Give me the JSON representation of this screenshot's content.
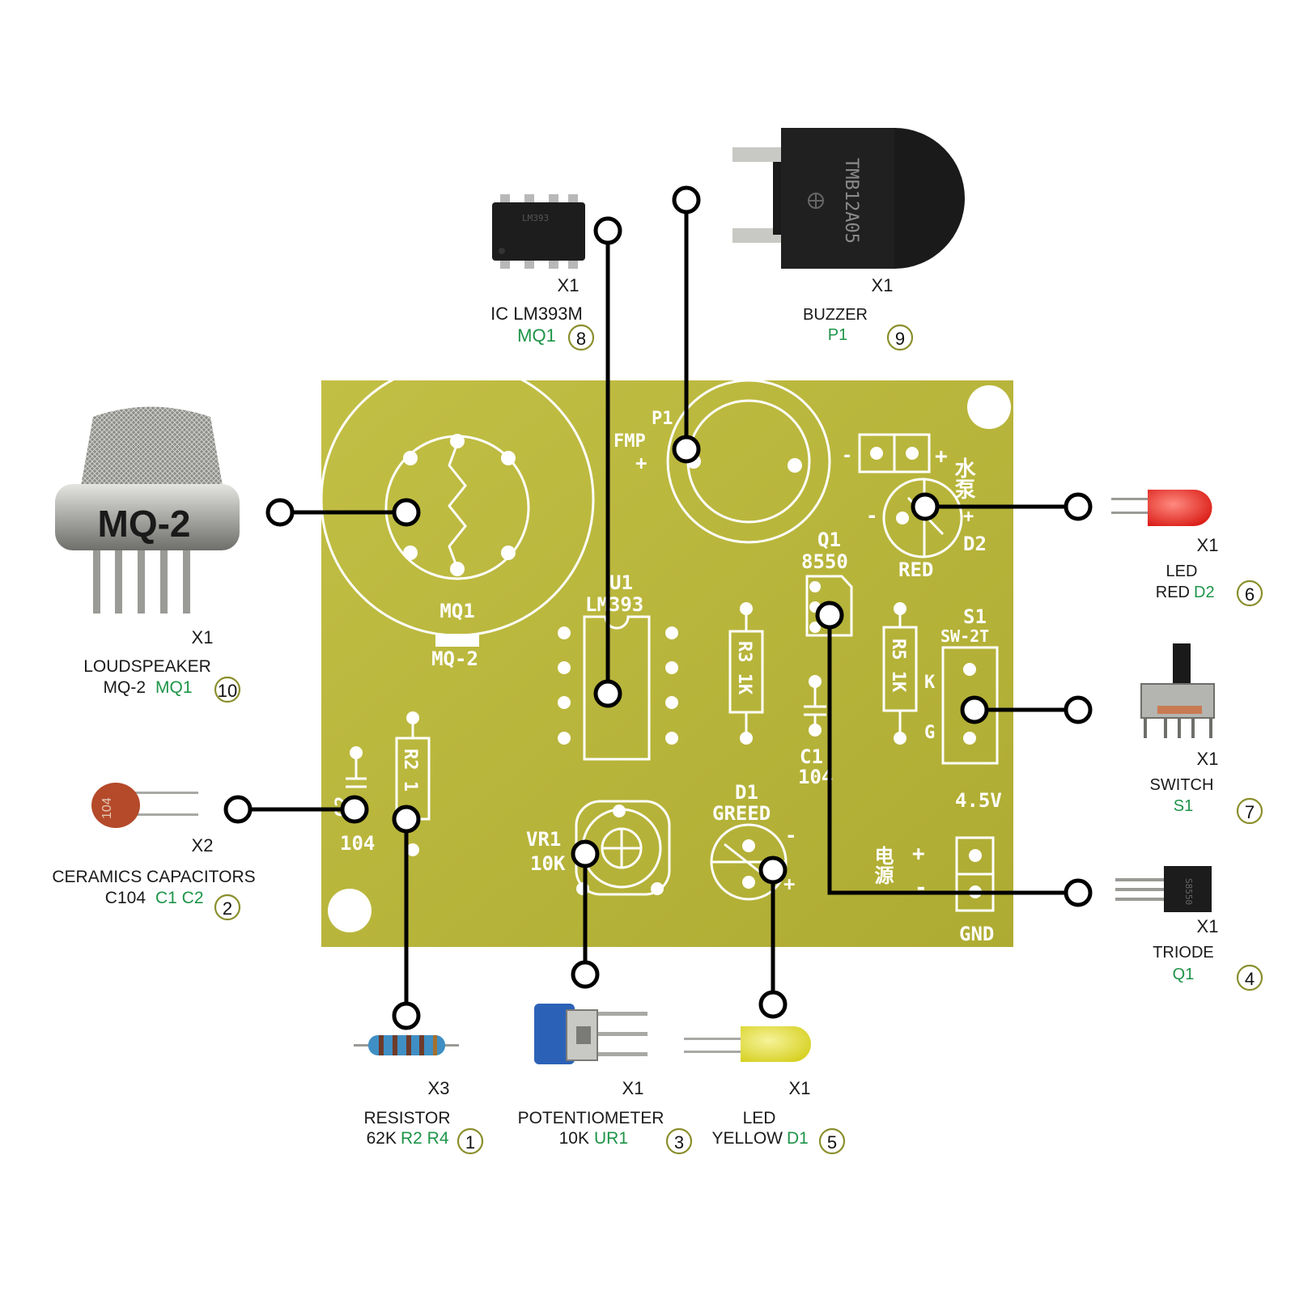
{
  "board": {
    "silkscreen": {
      "p1": "P1",
      "fmp": "FMP",
      "p1_plus": "+",
      "header_minus": "-",
      "header_plus": "+",
      "chinese_buzzer": "水泵",
      "d2_minus": "-",
      "d2_plus": "+",
      "d2": "D2",
      "red": "RED",
      "q1": "Q1",
      "q1_part": "8550",
      "u1": "U1",
      "u1_part": "LM393",
      "mq1": "MQ1",
      "mq2": "MQ-2",
      "r3": "R3 1K",
      "r5": "R5 1K",
      "s1": "S1",
      "s1_part": "SW-2T",
      "k": "K",
      "g": "G",
      "c1": "C1",
      "c1_val": "104",
      "r2": "R2 1",
      "c2": "C2",
      "c2_val": "104",
      "vr1": "VR1",
      "vr1_val": "10K",
      "d1": "D1",
      "d1_name": "GREED",
      "d1_minus": "-",
      "d1_plus": "+",
      "voltage": "4.5V",
      "power_chinese": "电源",
      "pwr_plus": "+",
      "pwr_minus": "-",
      "gnd": "GND"
    }
  },
  "parts": [
    {
      "id": "ic",
      "qty": "X1",
      "name": "IC LM393M",
      "designators": "MQ1",
      "number": "8",
      "chip_text": "LM393"
    },
    {
      "id": "buzzer",
      "qty": "X1",
      "name": "BUZZER",
      "designators": "P1",
      "number": "9",
      "body_text": "TMB12A05"
    },
    {
      "id": "mq2",
      "qty": "X1",
      "name": "LOUDSPEAKER",
      "value": "MQ-2",
      "designators": "MQ1",
      "number": "10",
      "body_text": "MQ-2"
    },
    {
      "id": "led_red",
      "qty": "X1",
      "name": "LED",
      "value": "RED",
      "designators": "D2",
      "number": "6"
    },
    {
      "id": "switch",
      "qty": "X1",
      "name": "SWITCH",
      "designators": "S1",
      "number": "7"
    },
    {
      "id": "capacitor",
      "qty": "X2",
      "name": "CERAMICS CAPACITORS",
      "value": "C104",
      "designators": "C1 C2",
      "number": "2",
      "body_text": "104"
    },
    {
      "id": "triode",
      "qty": "X1",
      "name": "TRIODE",
      "designators": "Q1",
      "number": "4",
      "body_text": "S8550"
    },
    {
      "id": "resistor",
      "qty": "X3",
      "name": "RESISTOR",
      "value": "62K",
      "designators": "R2 R4",
      "number": "1"
    },
    {
      "id": "pot",
      "qty": "X1",
      "name": "POTENTIOMETER",
      "value": "10K",
      "designators": "UR1",
      "number": "3"
    },
    {
      "id": "led_yellow",
      "qty": "X1",
      "name": "LED",
      "value": "YELLOW",
      "designators": "D1",
      "number": "5"
    }
  ],
  "colors": {
    "board": "#b9b63a",
    "designator": "#1e9448",
    "number_ring": "#8a8f2c",
    "connector": "#000000"
  }
}
